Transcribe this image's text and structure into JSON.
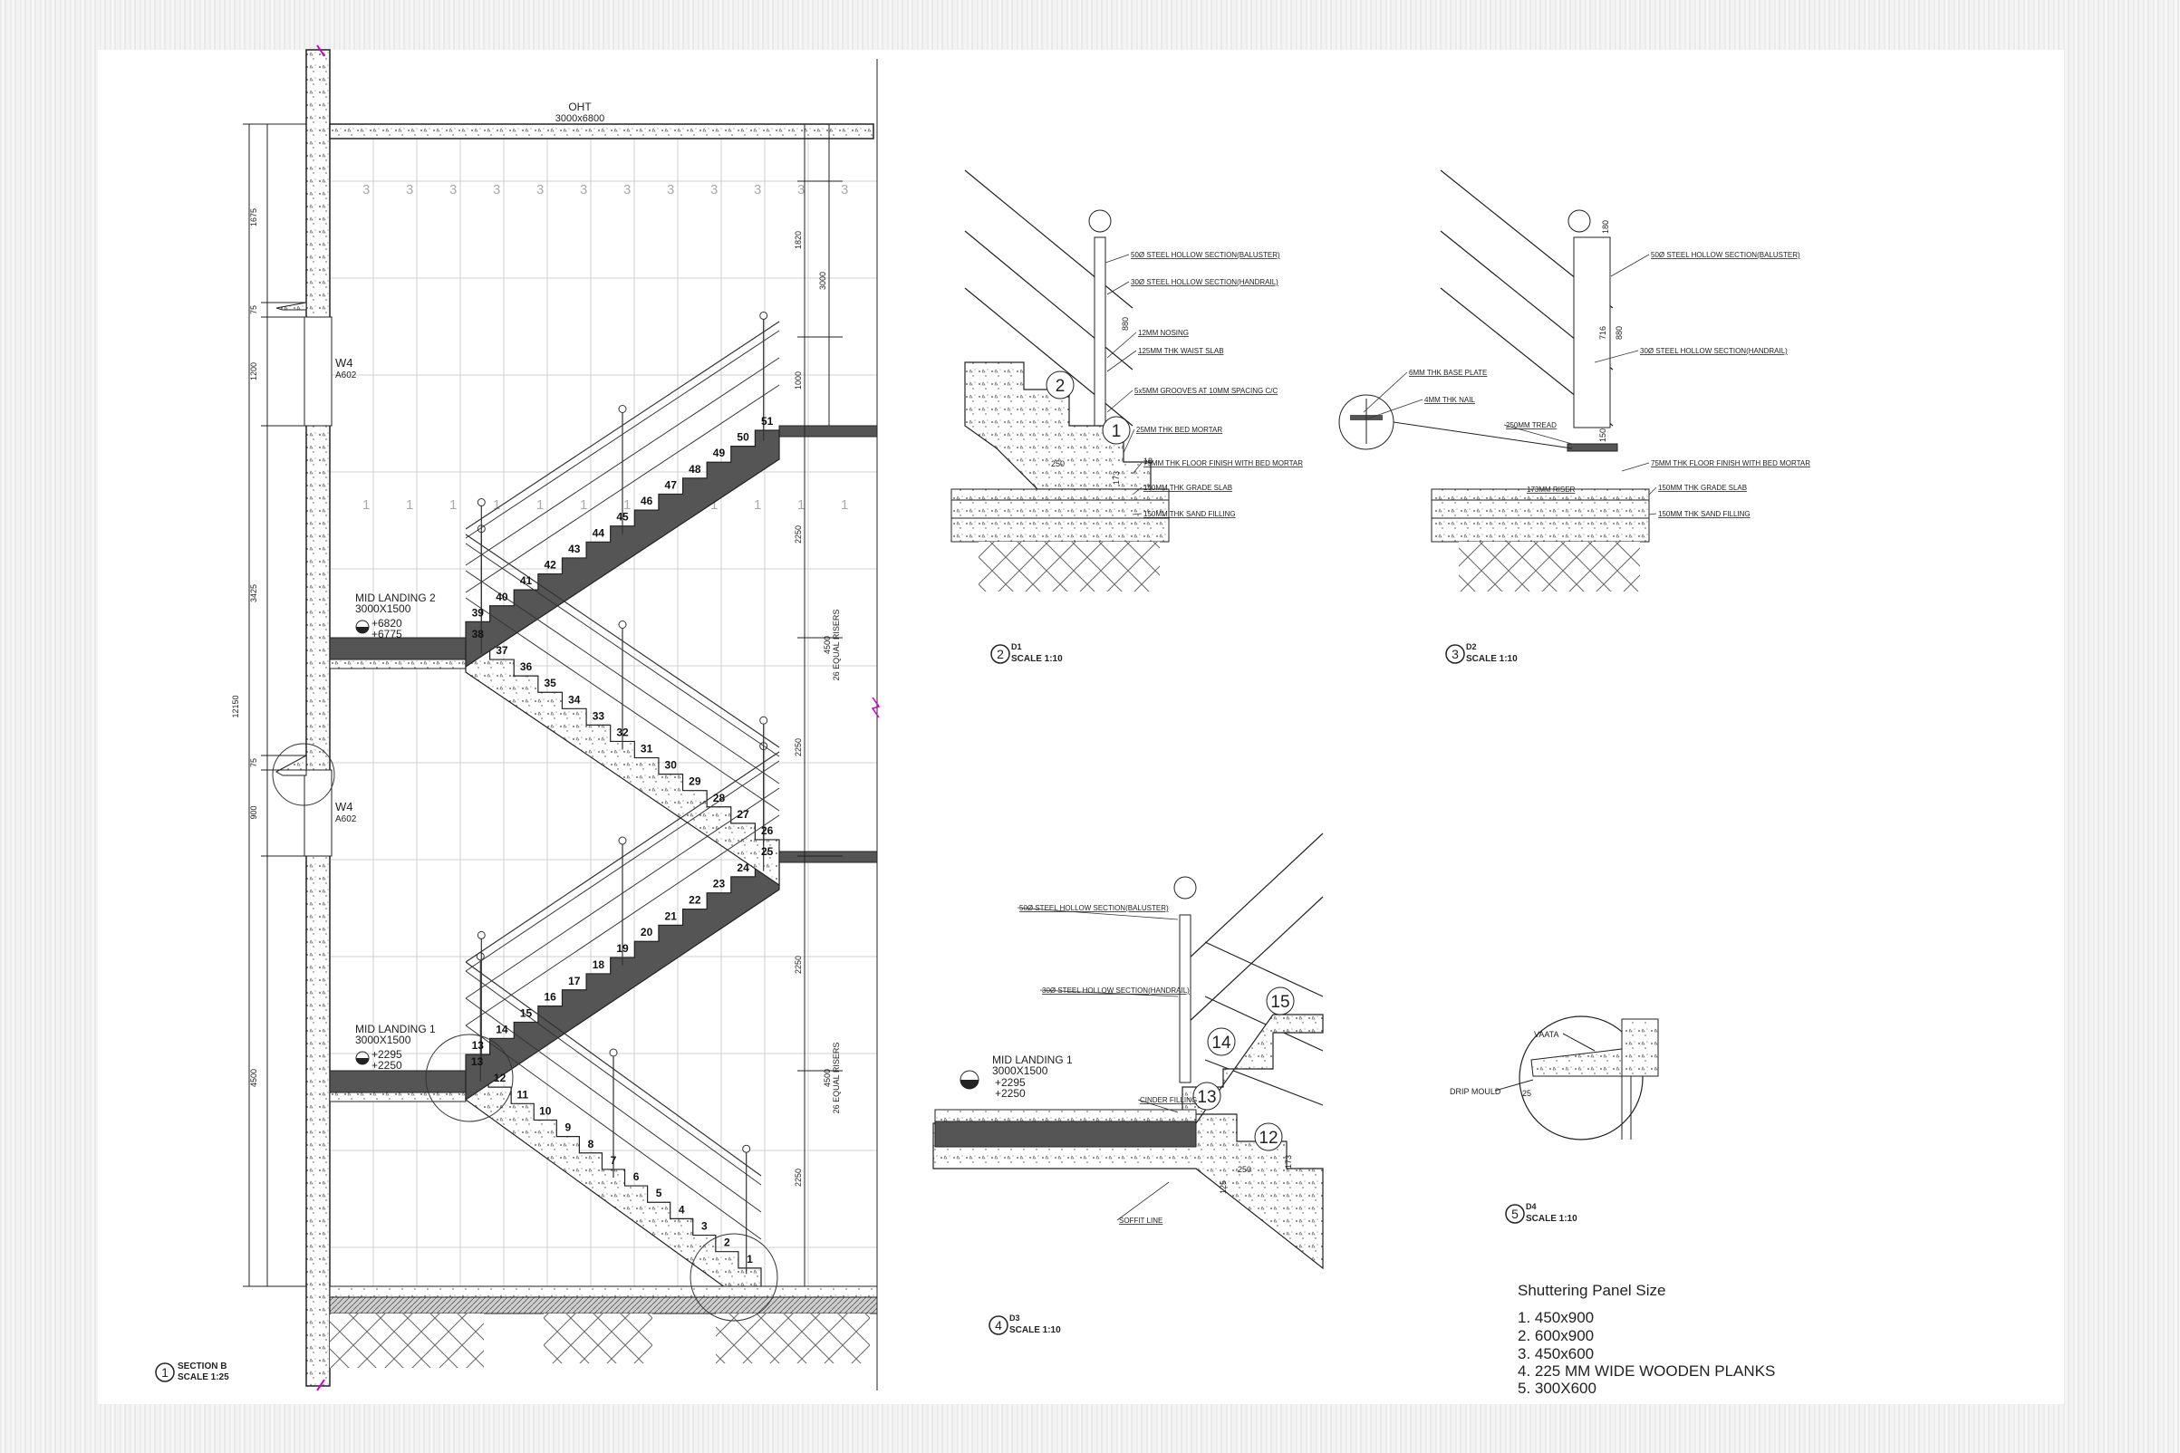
{
  "section_b": {
    "oht_title": "OHT",
    "oht_size": "3000x6800",
    "w4_upper": "W4",
    "w4_upper_ref": "A602",
    "w4_lower": "W4",
    "w4_lower_ref": "A602",
    "mid_landing_2": {
      "title": "MID LANDING 2",
      "size": "3000X1500",
      "level_a": "+6820",
      "level_b": "+6775"
    },
    "mid_landing_1": {
      "title": "MID LANDING 1",
      "size": "3000X1500",
      "level_a": "+2295",
      "level_b": "+2250"
    },
    "left_dims": [
      "1675",
      "75",
      "1200",
      "3425",
      "75",
      "900",
      "4500"
    ],
    "total_dim": "12150",
    "right_dims": [
      "1820",
      "3000",
      "1000",
      "2250",
      "2250",
      "2250",
      "2250"
    ],
    "risers_upper": "4500",
    "risers_upper_label": "26 EQUAL RISERS",
    "risers_lower": "4500",
    "risers_lower_label": "26 EQUAL RISERS",
    "grid_top_number": "3",
    "grid_mid_number": "1",
    "title_num": "1",
    "title": "SECTION B",
    "scale": "SCALE 1:25"
  },
  "detail_d1": {
    "labels": [
      "50Ø STEEL HOLLOW SECTION(BALUSTER)",
      "30Ø STEEL HOLLOW SECTION(HANDRAIL)",
      "12MM NOSING",
      "125MM THK WAIST SLAB",
      "5x5MM GROOVES AT 10MM SPACING C/C",
      "25MM THK BED MORTAR",
      "75MM THK FLOOR FINISH WITH BED MORTAR",
      "150MM THK GRADE SLAB",
      "150MM THK SAND FILLING"
    ],
    "dims": [
      "880",
      "250",
      "173",
      "18"
    ],
    "steps": [
      "2",
      "1"
    ],
    "title_num": "2",
    "ref": "D1",
    "scale": "SCALE 1:10"
  },
  "detail_d2": {
    "labels": [
      "50Ø STEEL HOLLOW SECTION(BALUSTER)",
      "30Ø STEEL HOLLOW SECTION(HANDRAIL)",
      "6MM THK BASE PLATE",
      "4MM THK NAIL",
      "250MM TREAD",
      "75MM THK FLOOR FINISH WITH BED MORTAR",
      "173MM RISER",
      "150MM THK GRADE SLAB",
      "150MM THK SAND FILLING"
    ],
    "dims": [
      "180",
      "716",
      "880",
      "150"
    ],
    "title_num": "3",
    "ref": "D2",
    "scale": "SCALE 1:10"
  },
  "detail_d3": {
    "labels": [
      "50Ø STEEL HOLLOW SECTION(BALUSTER)",
      "30Ø STEEL HOLLOW SECTION(HANDRAIL)",
      "CINDER FILLING",
      "SOFFIT LINE"
    ],
    "landing_title": "MID LANDING 1",
    "landing_size": "3000X1500",
    "landing_level_a": "+2295",
    "landing_level_b": "+2250",
    "steps": [
      "15",
      "14",
      "13",
      "12"
    ],
    "dims": [
      "250",
      "173",
      "125"
    ],
    "title_num": "4",
    "ref": "D3",
    "scale": "SCALE 1:10"
  },
  "detail_d4": {
    "labels": [
      "VAATA",
      "DRIP MOULD"
    ],
    "dims": [
      "25"
    ],
    "title_num": "5",
    "ref": "D4",
    "scale": "SCALE 1:10"
  },
  "shuttering": {
    "title": "Shuttering Panel Size",
    "items": [
      "1. 450x900",
      "2. 600x900",
      "3. 450x600",
      "4. 225 MM WIDE WOODEN PLANKS",
      "5. 300X600"
    ]
  },
  "colors": {
    "solid": "#555555",
    "line": "#222222",
    "grid": "#d0d0d0",
    "sheet": "#ffffff",
    "marker": "#cc00cc"
  }
}
